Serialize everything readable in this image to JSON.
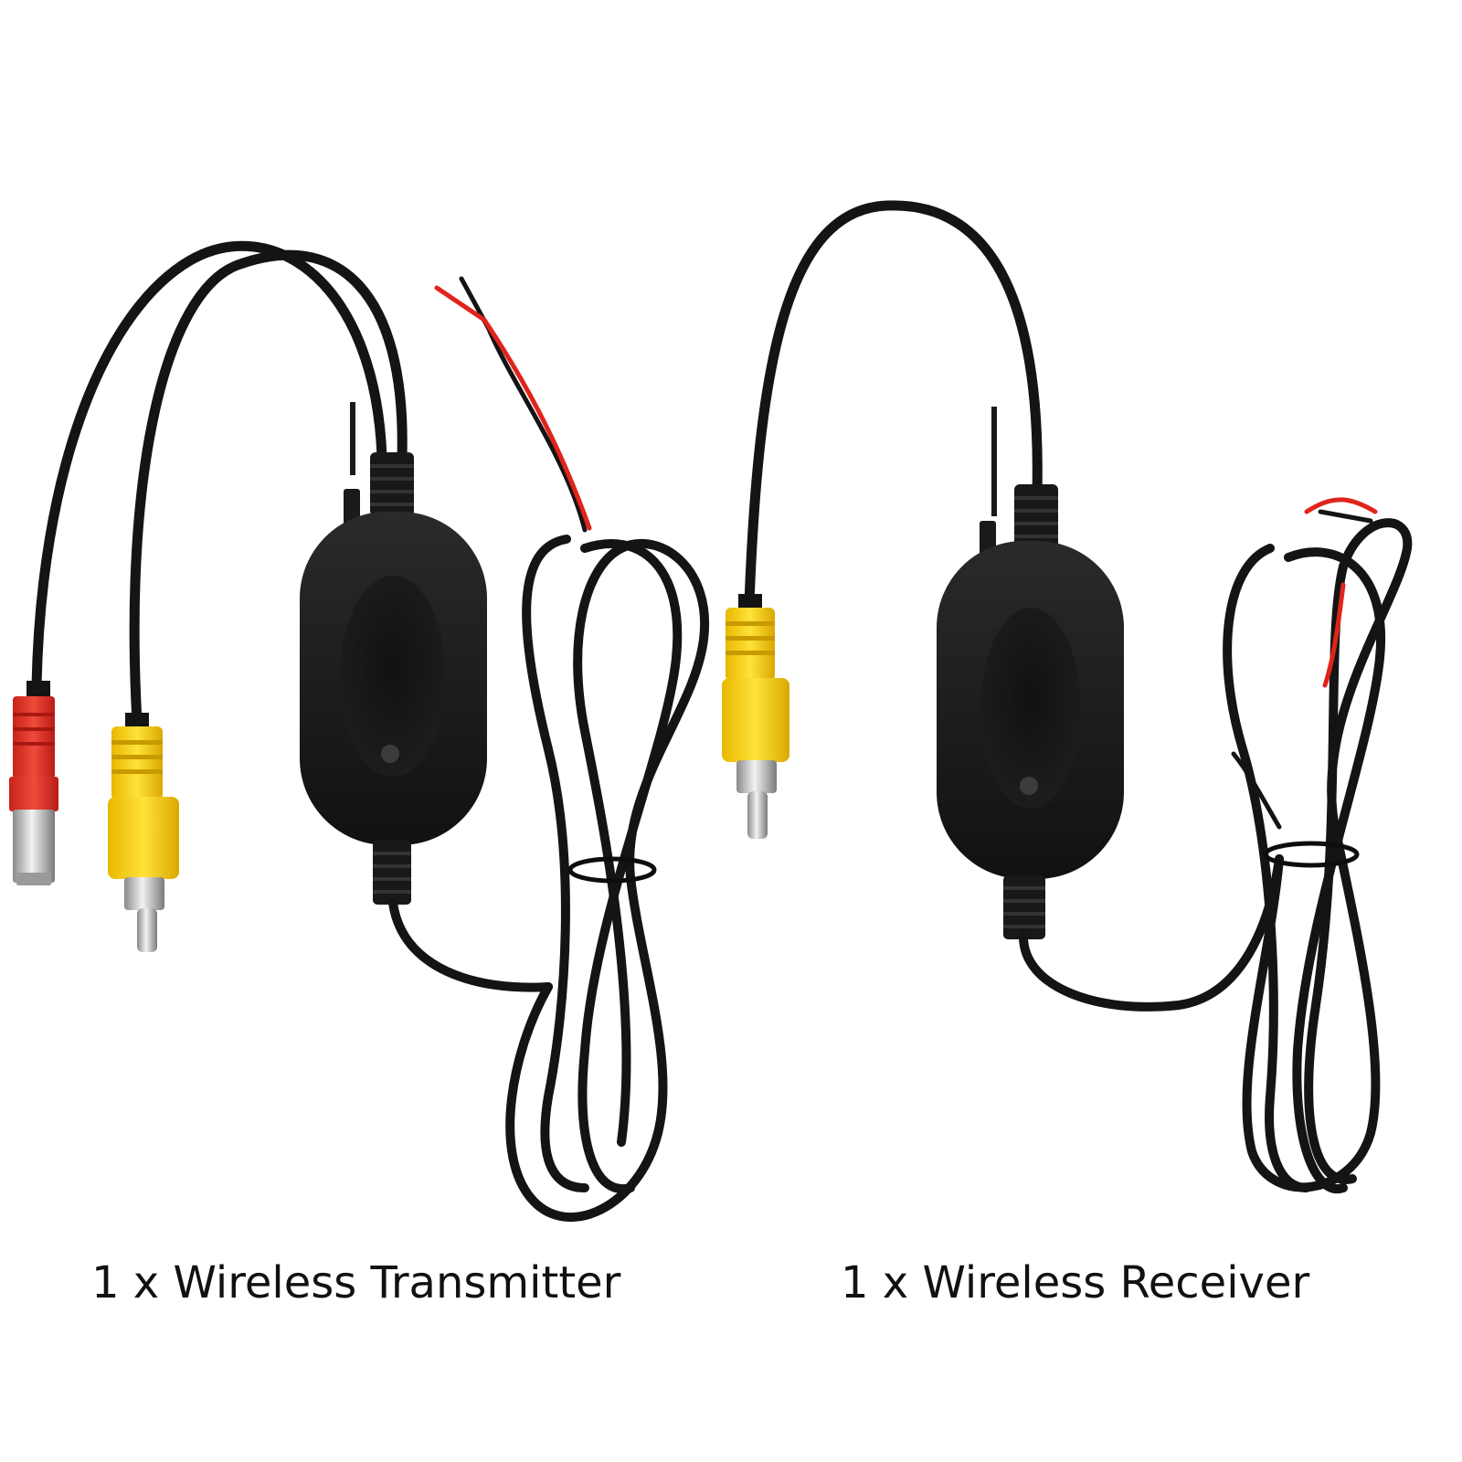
{
  "products": [
    {
      "caption": "1 x Wireless Transmitter",
      "item": "wireless-transmitter"
    },
    {
      "caption": "1 x Wireless Receiver",
      "item": "wireless-receiver"
    }
  ],
  "colors": {
    "background": "#ffffff",
    "cable": "#141414",
    "module_body": "#1c1c1c",
    "dc_plug": "#e3322b",
    "rca_plug": "#f6d21a",
    "metal_tip": "#b9b9b9",
    "bare_wire_red": "#e0241c",
    "caption_text": "#111111"
  }
}
